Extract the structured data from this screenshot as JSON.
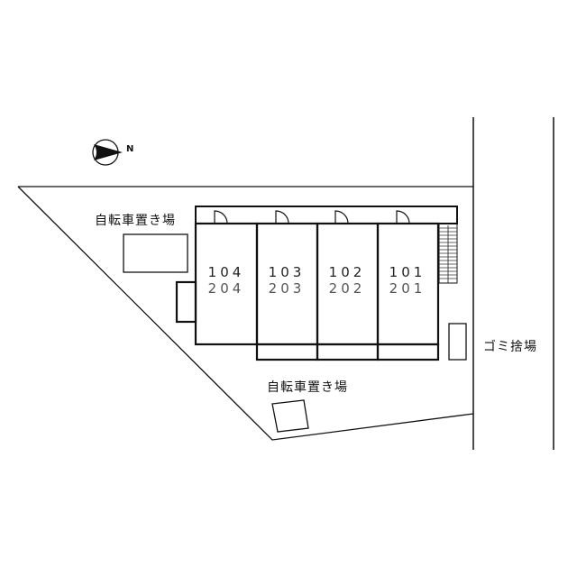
{
  "compass": {
    "icon": "north-arrow-icon",
    "letter": "N"
  },
  "labels": {
    "bicycle_parking_top": "自転車置き場",
    "bicycle_parking_bottom": "自転車置き場",
    "garbage_area": "ゴミ捨場"
  },
  "units": [
    {
      "first_floor": "104",
      "second_floor": "204"
    },
    {
      "first_floor": "103",
      "second_floor": "203"
    },
    {
      "first_floor": "102",
      "second_floor": "202"
    },
    {
      "first_floor": "101",
      "second_floor": "201"
    }
  ],
  "colors": {
    "line": "#111111",
    "background": "#ffffff"
  }
}
